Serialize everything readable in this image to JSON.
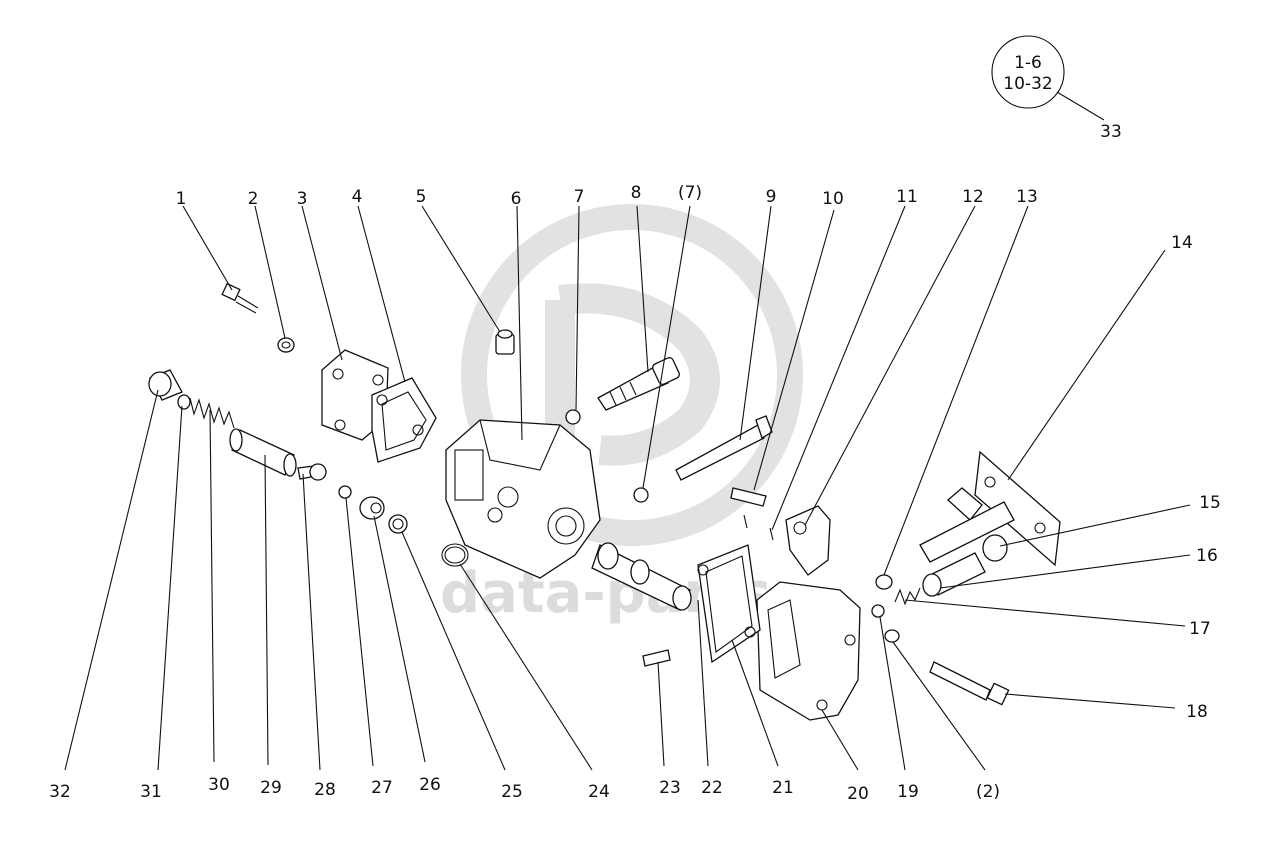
{
  "assembly_callout": {
    "line1": "1-6",
    "line2": "10-32",
    "label": "33"
  },
  "watermark": "data-parts",
  "top_labels": {
    "l1": "1",
    "l2": "2",
    "l3": "3",
    "l4": "4",
    "l5": "5",
    "l6": "6",
    "l7": "7",
    "l8": "8",
    "l7b": "(7)",
    "l9": "9",
    "l10": "10",
    "l11": "11",
    "l12": "12",
    "l13": "13",
    "l14": "14"
  },
  "right_labels": {
    "l15": "15",
    "l16": "16",
    "l17": "17",
    "l18": "18"
  },
  "bottom_labels": {
    "l32": "32",
    "l31": "31",
    "l30": "30",
    "l29": "29",
    "l28": "28",
    "l27": "27",
    "l26": "26",
    "l25": "25",
    "l24": "24",
    "l23": "23",
    "l22": "22",
    "l21": "21",
    "l20": "20",
    "l19": "19",
    "l2b": "(2)"
  }
}
